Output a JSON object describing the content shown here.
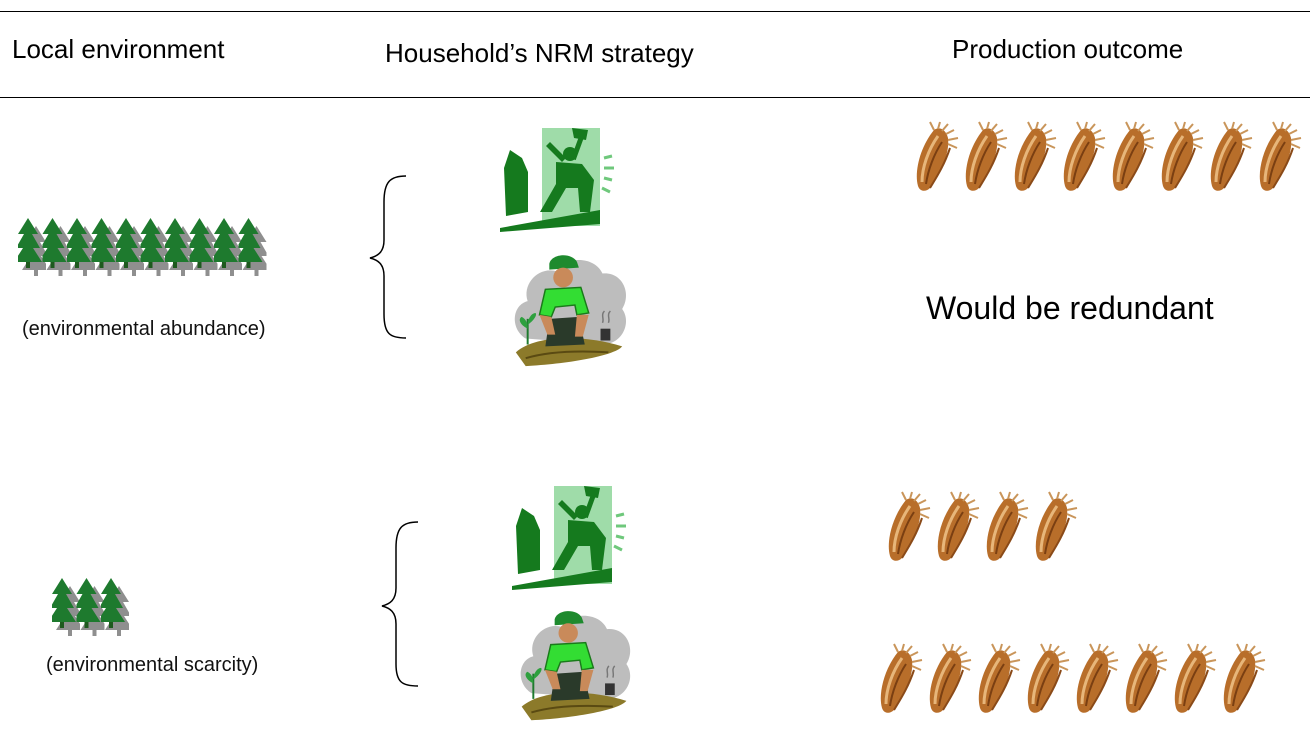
{
  "headers": {
    "col1": "Local environment",
    "col2": "Household’s NRM strategy",
    "col3": "Production outcome"
  },
  "rows": [
    {
      "environment_caption": "(environmental abundance)",
      "tree_count": 10,
      "corn_count": 8,
      "second_outcome_text": "Would be redundant"
    },
    {
      "environment_caption": "(environmental scarcity)",
      "tree_count": 3,
      "corn_count_first": 4,
      "corn_count_second": 8
    }
  ],
  "icons": [
    "tree-icon",
    "logger-icon",
    "tree-planter-icon",
    "corn-icon",
    "brace-icon"
  ],
  "colors": {
    "tree_dark": "#1e7a2e",
    "tree_grey": "#8f8f8f",
    "logger_green": "#157a1e",
    "logger_bg": "#9fdca9",
    "planter_shirt": "#33dd33",
    "planter_soil": "#8c7a2a",
    "cloud_grey": "#bdbdbd",
    "corn": "#b86e2a"
  }
}
